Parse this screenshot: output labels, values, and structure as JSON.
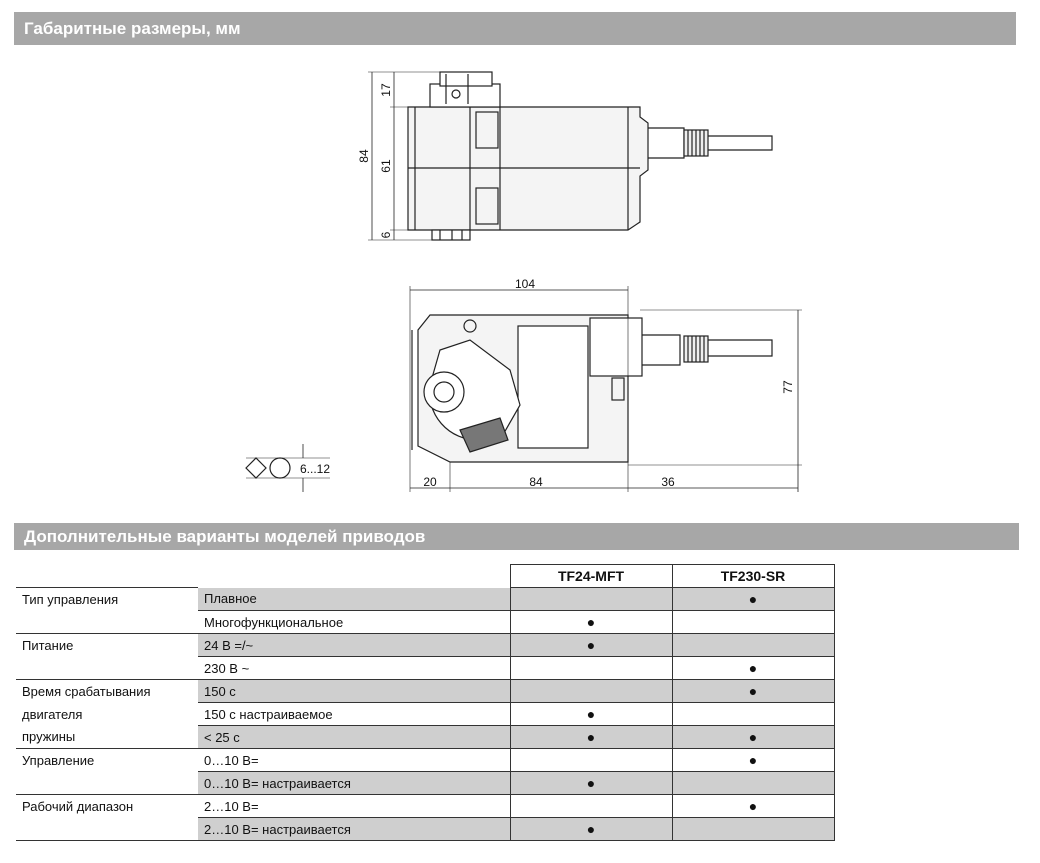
{
  "sections": {
    "dimensions_title": "Габаритные размеры, мм",
    "variants_title": "Дополнительные варианты моделей приводов"
  },
  "drawing": {
    "side_dims": {
      "total": "84",
      "top": "17",
      "body": "61",
      "bottom": "6"
    },
    "top_dims": {
      "width": "104",
      "seg_left": "20",
      "seg_mid": "84",
      "seg_right": "36",
      "height": "77"
    },
    "shaft_range": "6...12"
  },
  "table": {
    "models": [
      "TF24-MFT",
      "TF230-SR"
    ],
    "bullet": "●",
    "rows": [
      {
        "group": "Тип управления",
        "option": "Плавное",
        "marks": [
          false,
          true
        ]
      },
      {
        "group": "",
        "option": "Многофункциональное",
        "marks": [
          true,
          false
        ]
      },
      {
        "group": "Питание",
        "option": "24 В =/~",
        "marks": [
          true,
          false
        ]
      },
      {
        "group": "",
        "option": "230 В ~",
        "marks": [
          false,
          true
        ]
      },
      {
        "group": "Время срабатывания",
        "option": "150 с",
        "marks": [
          false,
          true
        ]
      },
      {
        "group": "двигателя",
        "option": "150 с настраиваемое",
        "marks": [
          true,
          false
        ]
      },
      {
        "group": "пружины",
        "option": "< 25 с",
        "marks": [
          true,
          true
        ]
      },
      {
        "group": "Управление",
        "option": "0…10 В=",
        "marks": [
          false,
          true
        ]
      },
      {
        "group": "",
        "option": "0…10 В= настраивается",
        "marks": [
          true,
          false
        ]
      },
      {
        "group": "Рабочий диапазон",
        "option": "2…10 В=",
        "marks": [
          false,
          true
        ]
      },
      {
        "group": "",
        "option": "2…10 В= настраивается",
        "marks": [
          true,
          false
        ]
      }
    ]
  }
}
